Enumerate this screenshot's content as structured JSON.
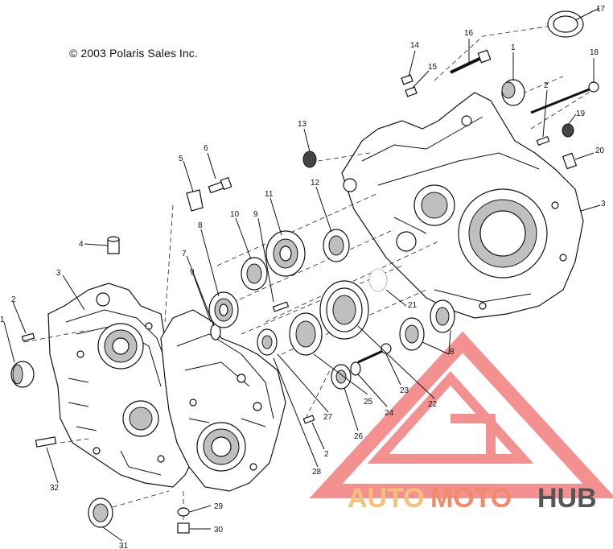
{
  "copyright": "© 2003 Polaris Sales Inc.",
  "watermark": {
    "part1": "AUTO",
    "part2": "MOTO",
    "part3": "HUB",
    "color_light": "#f5c07a",
    "color_mid": "#f08b6a",
    "color_dark": "#555555",
    "logo_color": "#f06b6b"
  },
  "callouts": [
    "17",
    "14",
    "16",
    "1",
    "18",
    "15",
    "2",
    "19",
    "13",
    "20",
    "6",
    "5",
    "12",
    "11",
    "3",
    "10",
    "9",
    "4",
    "8",
    "21",
    "2",
    "3",
    "7",
    "1",
    "9",
    "22",
    "8",
    "25",
    "24",
    "23",
    "27",
    "26",
    "2",
    "28",
    "29",
    "32",
    "30",
    "31"
  ]
}
